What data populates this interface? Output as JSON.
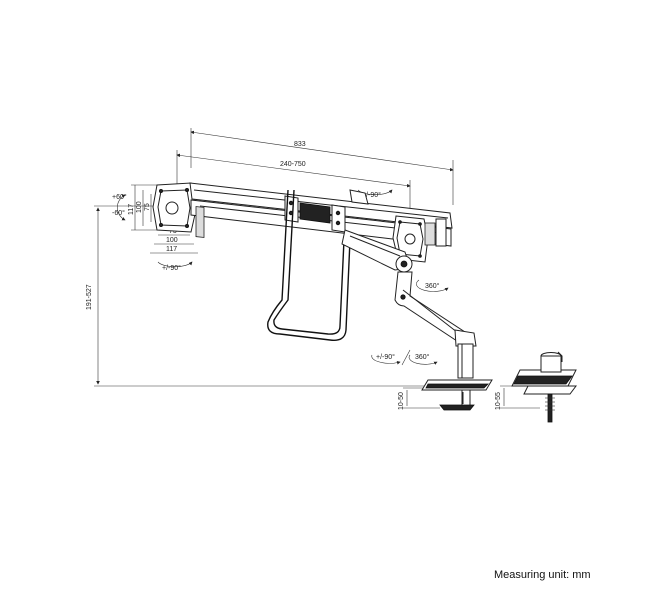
{
  "dimensions": {
    "total_width": "833",
    "rail_width": "240-750",
    "height": "191-527",
    "vesa_h_117": "117",
    "vesa_h_100": "100",
    "vesa_h_75": "75",
    "vesa_w_75": "75",
    "vesa_w_100": "100",
    "vesa_w_117": "117",
    "clamp_thickness": "10-50",
    "grommet_thickness": "10-55"
  },
  "rotations": {
    "tilt_up": "+60°",
    "tilt_down": "-60°",
    "left_rotate": "+/-90°",
    "top_rotate": "+/-90°",
    "swivel_arm": "360°",
    "base_rotate": "+/-90°",
    "base_swivel": "360°"
  },
  "footer": {
    "measuring_unit": "Measuring unit: mm"
  }
}
